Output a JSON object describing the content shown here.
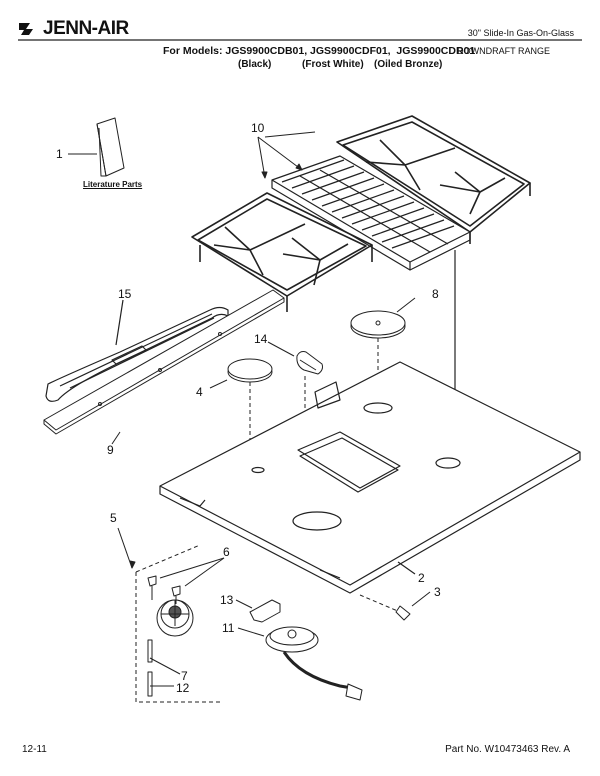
{
  "header": {
    "brand": "JENN-AIR",
    "models_line": "For Models: JGS9900CDB01, JGS9900CDF01,  JGS9900CDR01",
    "finish_black": "(Black)",
    "finish_frost": "(Frost White)",
    "finish_bronze": "(Oiled Bronze)",
    "category_title": "30\" Slide-In Gas-On-Glass",
    "category_sub": "DOWNDRAFT RANGE"
  },
  "diagram": {
    "literature_label": "Literature Parts",
    "callouts": [
      "1",
      "10",
      "8",
      "15",
      "14",
      "4",
      "9",
      "5",
      "6",
      "2",
      "3",
      "13",
      "11",
      "7",
      "12"
    ]
  },
  "footer": {
    "date_code": "12-11",
    "part_no": "Part No. W10473463 Rev. A"
  }
}
